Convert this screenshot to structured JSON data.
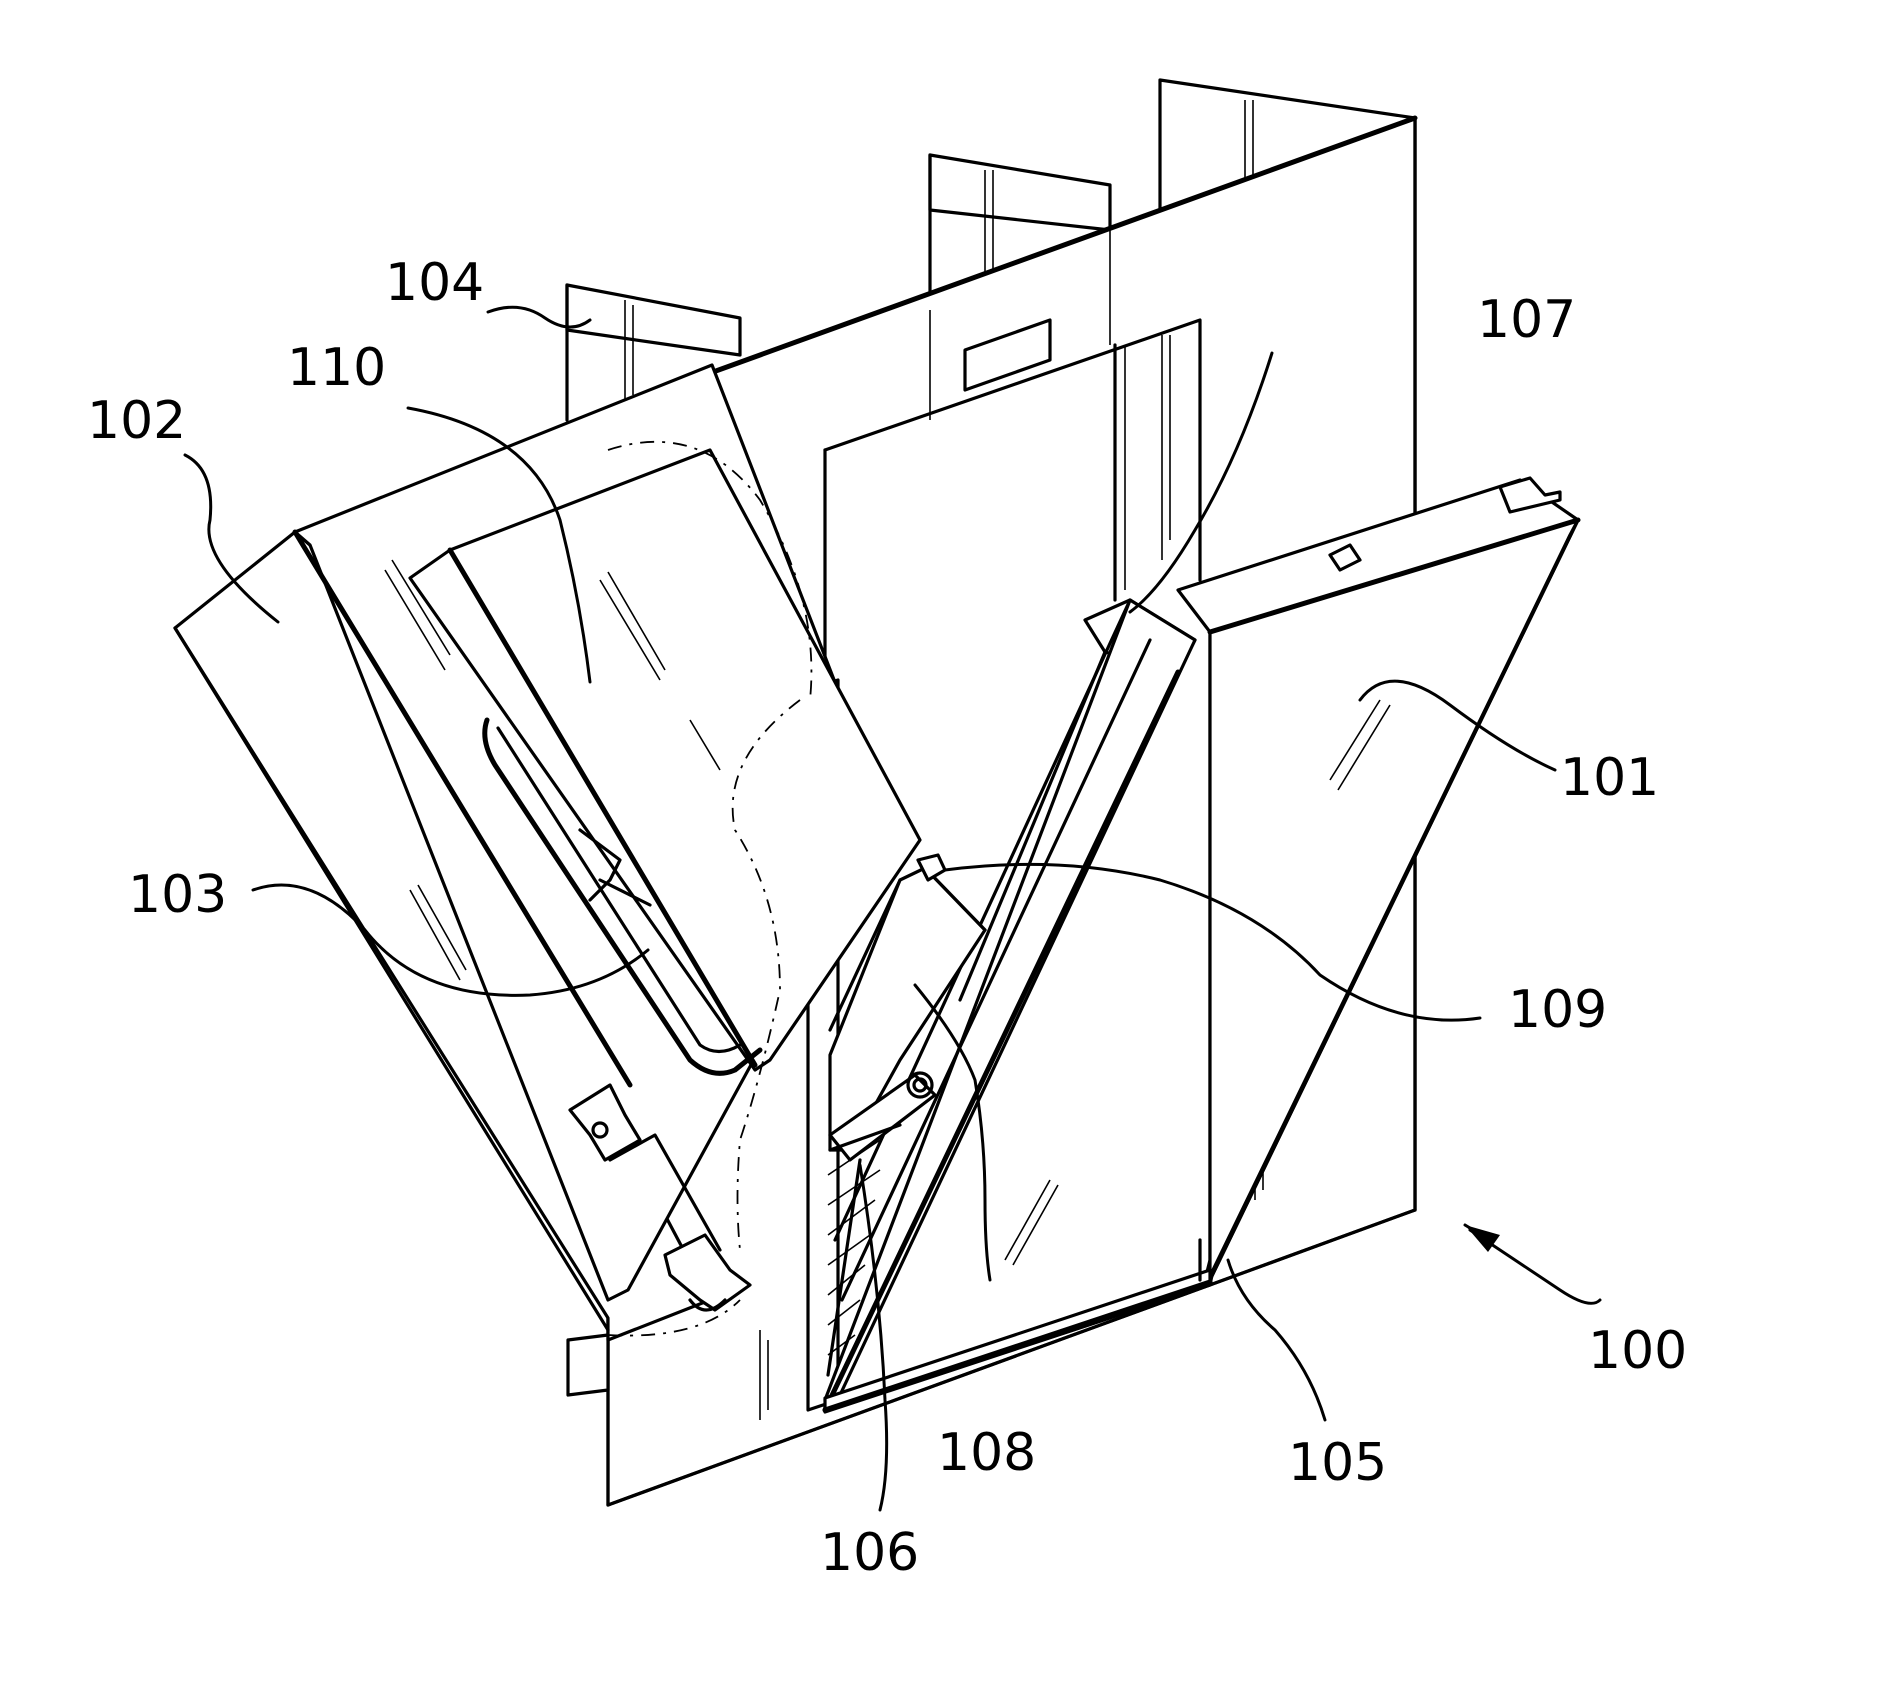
{
  "figure": {
    "labels": {
      "r100": "100",
      "r101": "101",
      "r102": "102",
      "r103": "103",
      "r104": "104",
      "r105": "105",
      "r106": "106",
      "r107": "107",
      "r108": "108",
      "r109": "109",
      "r110": "110"
    },
    "colors": {
      "ink": "#000000",
      "paper": "#ffffff"
    }
  }
}
